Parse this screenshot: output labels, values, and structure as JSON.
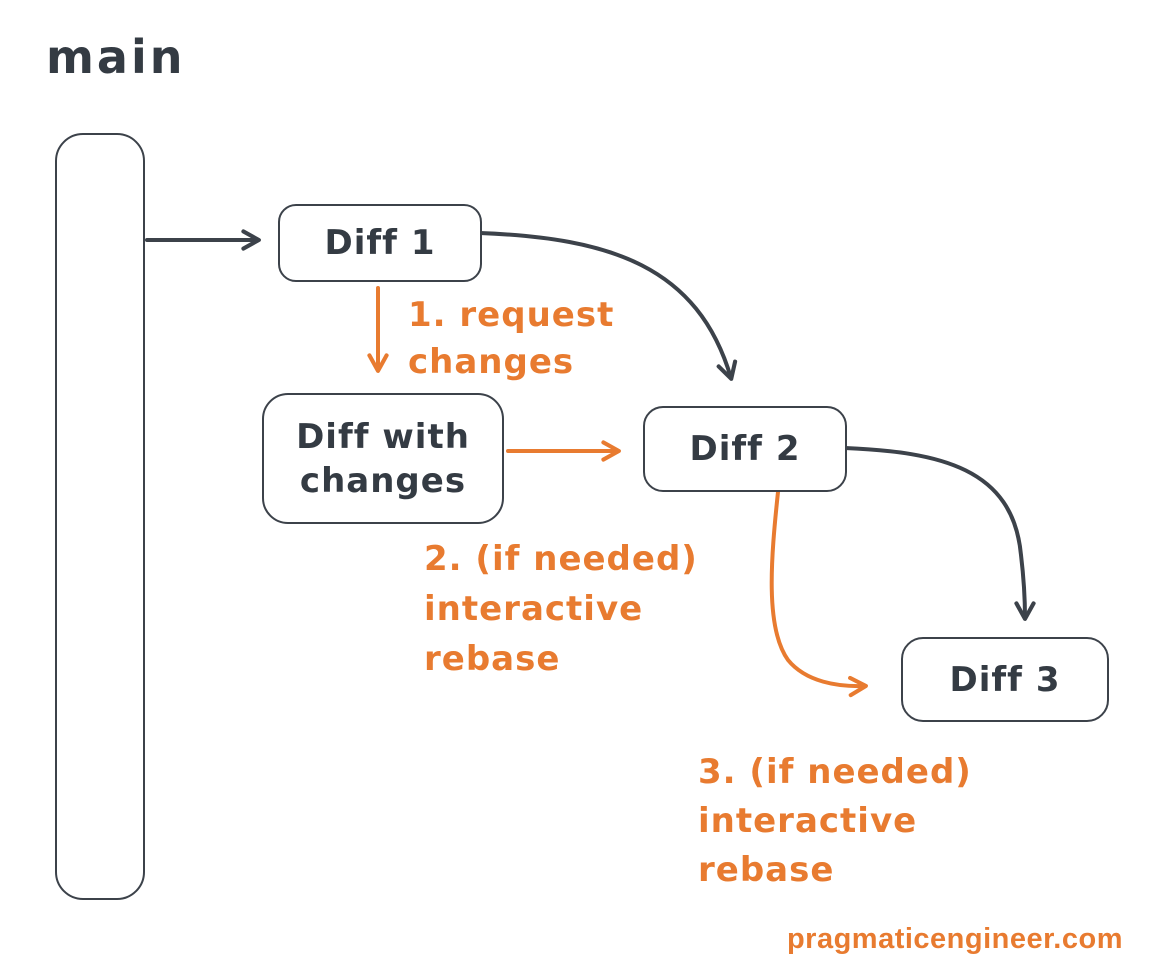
{
  "diagram": {
    "branch_label": "main",
    "footer": "pragmaticengineer.com",
    "colors": {
      "stroke_dark": "#343b43",
      "accent_orange": "#e87b30",
      "background": "#ffffff"
    },
    "boxes": {
      "diff1": {
        "label": "Diff 1"
      },
      "diff_with_changes": {
        "lines": [
          "Diff with",
          "changes"
        ]
      },
      "diff2": {
        "label": "Diff 2"
      },
      "diff3": {
        "label": "Diff 3"
      }
    },
    "annotations": {
      "step1": {
        "lines": [
          "1. request",
          "changes"
        ]
      },
      "step2": {
        "lines": [
          "2. (if needed)",
          "interactive",
          "rebase"
        ]
      },
      "step3": {
        "lines": [
          "3. (if needed)",
          "interactive",
          "rebase"
        ]
      }
    },
    "edges": [
      {
        "from": "main",
        "to": "Diff 1",
        "style": "dark"
      },
      {
        "from": "Diff 1",
        "to": "Diff with changes",
        "style": "orange",
        "label": "1. request changes"
      },
      {
        "from": "Diff 1",
        "to": "Diff 2",
        "style": "dark"
      },
      {
        "from": "Diff with changes",
        "to": "Diff 2",
        "style": "orange",
        "label": "2. (if needed) interactive rebase"
      },
      {
        "from": "Diff 2",
        "to": "Diff 3",
        "style": "dark"
      },
      {
        "from": "Diff 2",
        "to": "Diff 3",
        "style": "orange",
        "label": "3. (if needed) interactive rebase"
      }
    ]
  }
}
